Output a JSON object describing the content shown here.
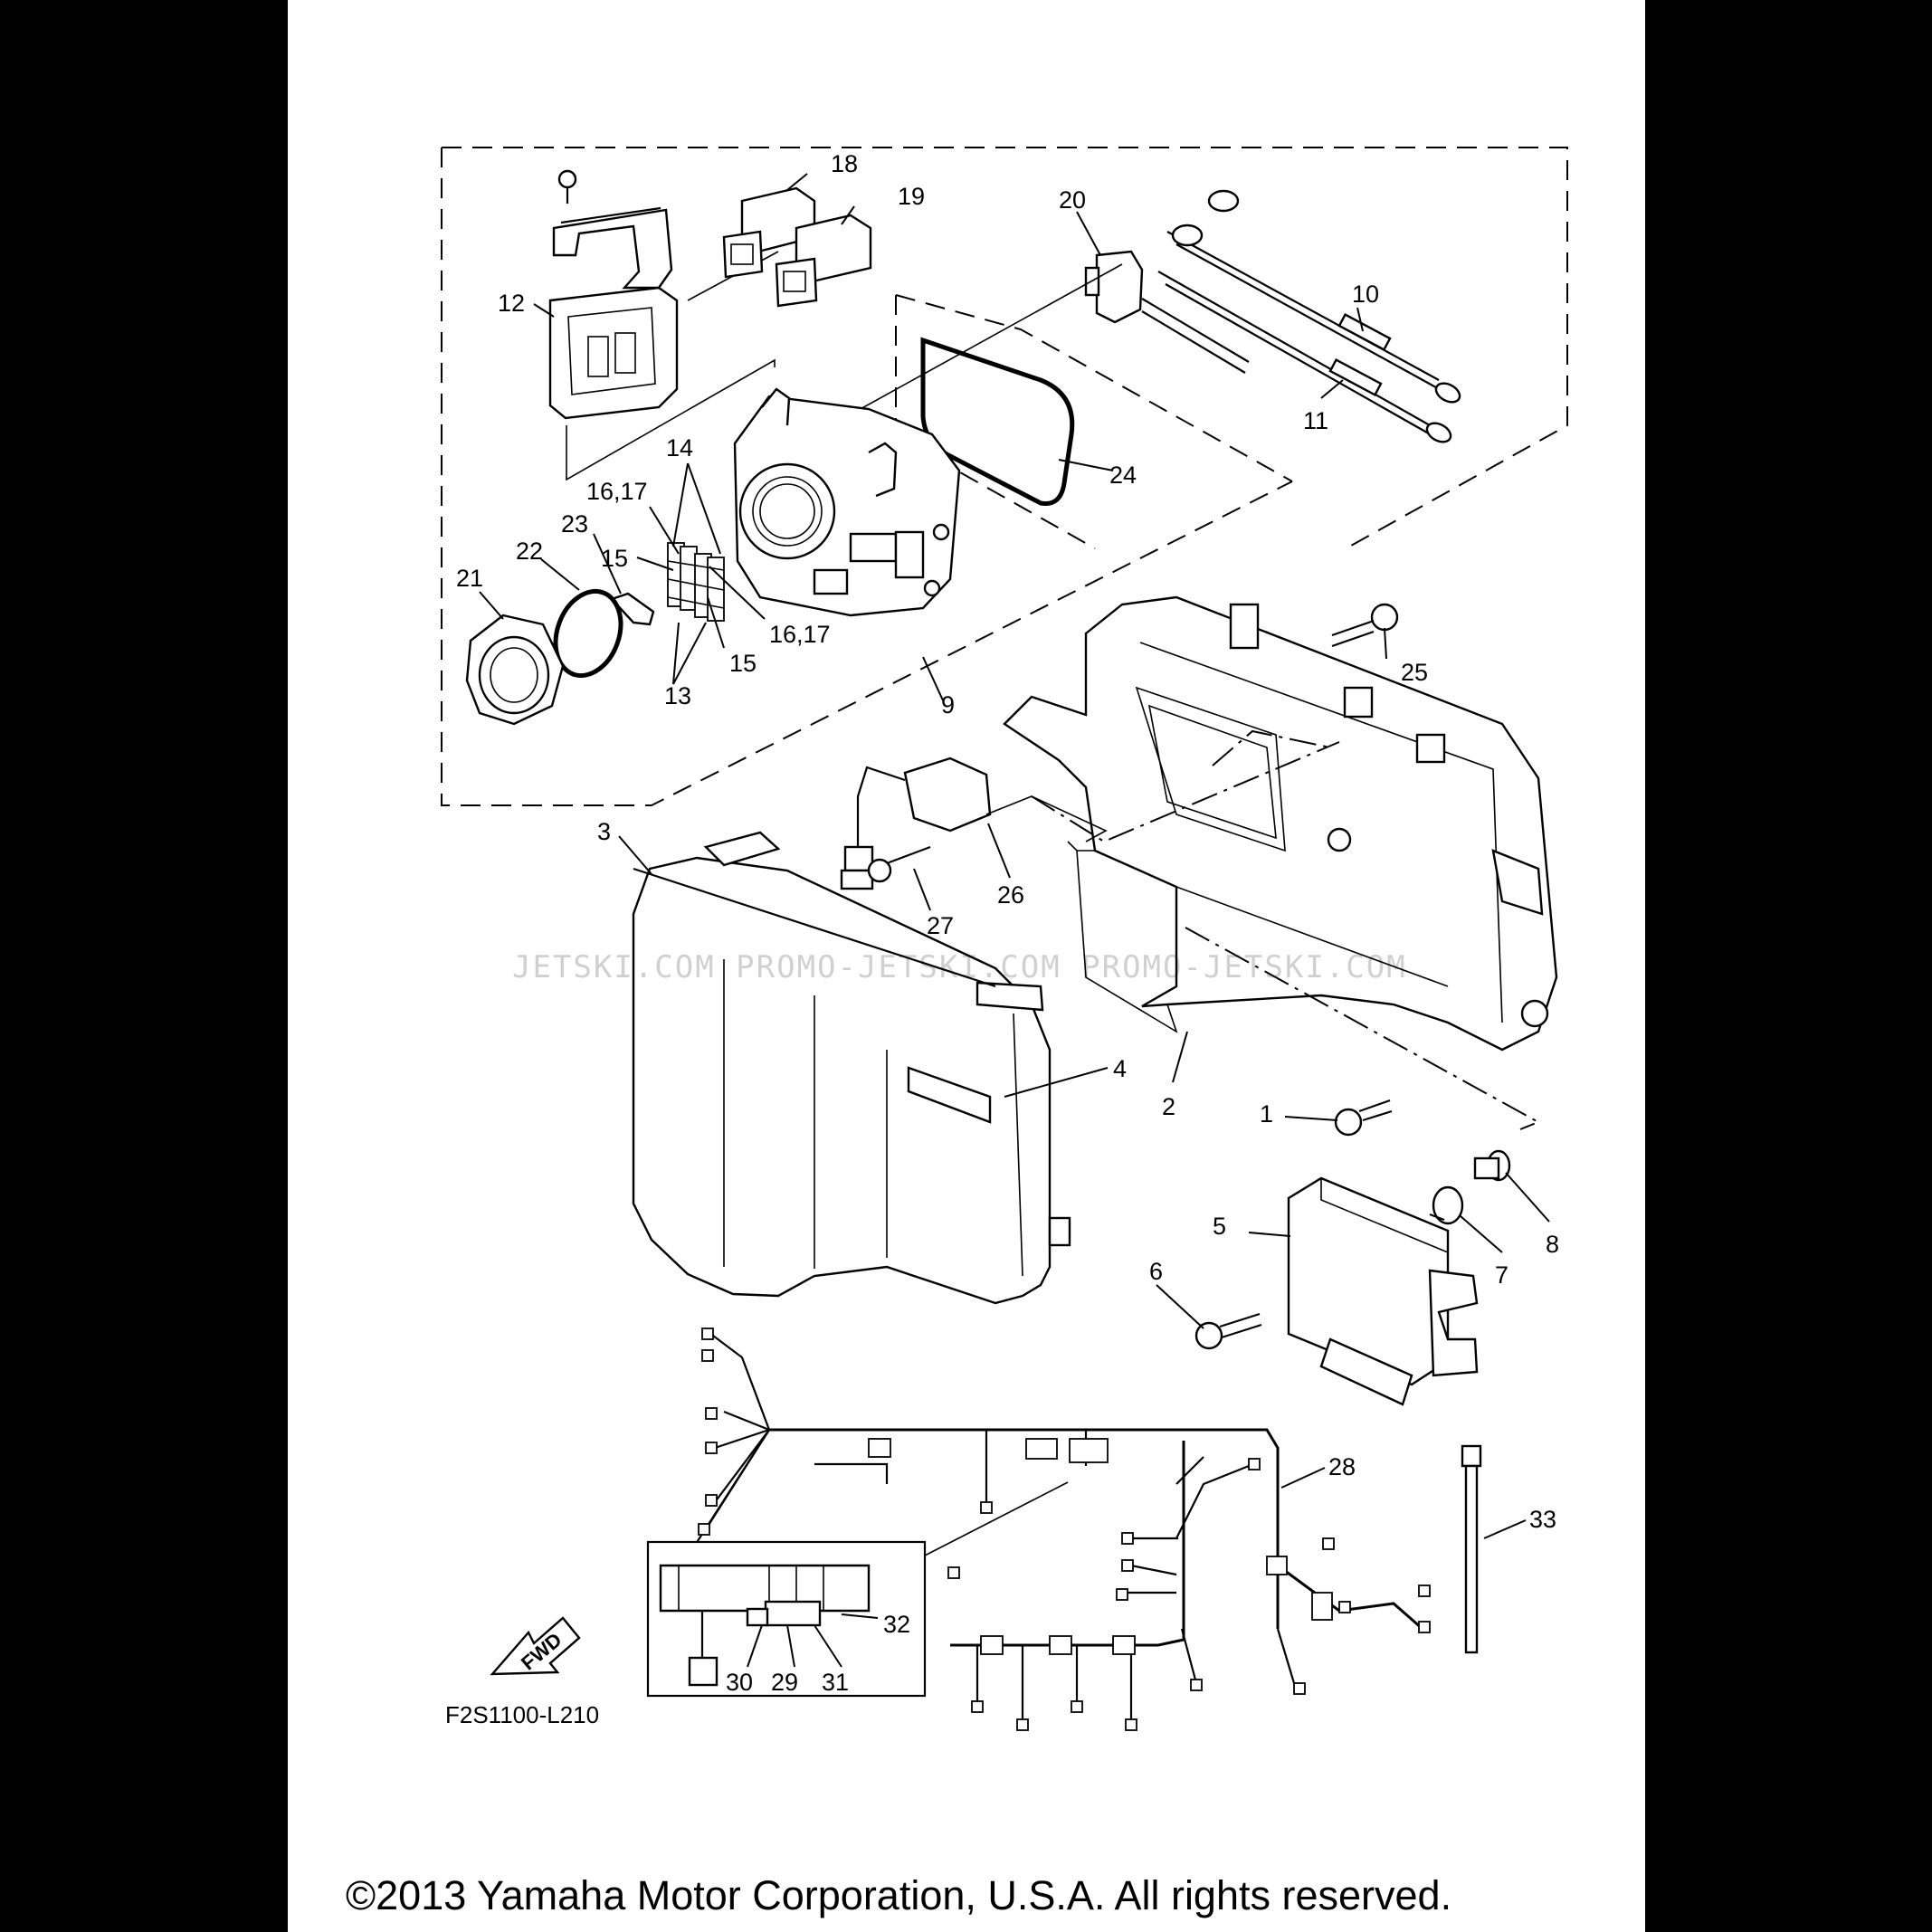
{
  "diagram": {
    "callouts": [
      {
        "id": "1",
        "text": "1"
      },
      {
        "id": "2",
        "text": "2"
      },
      {
        "id": "3",
        "text": "3"
      },
      {
        "id": "4",
        "text": "4"
      },
      {
        "id": "5",
        "text": "5"
      },
      {
        "id": "6",
        "text": "6"
      },
      {
        "id": "7",
        "text": "7"
      },
      {
        "id": "8",
        "text": "8"
      },
      {
        "id": "9",
        "text": "9"
      },
      {
        "id": "10",
        "text": "10"
      },
      {
        "id": "11",
        "text": "11"
      },
      {
        "id": "12",
        "text": "12"
      },
      {
        "id": "13",
        "text": "13"
      },
      {
        "id": "14",
        "text": "14"
      },
      {
        "id": "15a",
        "text": "15"
      },
      {
        "id": "15b",
        "text": "15"
      },
      {
        "id": "16a",
        "text": "16,17"
      },
      {
        "id": "16b",
        "text": "16,17"
      },
      {
        "id": "18",
        "text": "18"
      },
      {
        "id": "19",
        "text": "19"
      },
      {
        "id": "20",
        "text": "20"
      },
      {
        "id": "21",
        "text": "21"
      },
      {
        "id": "22",
        "text": "22"
      },
      {
        "id": "23",
        "text": "23"
      },
      {
        "id": "24",
        "text": "24"
      },
      {
        "id": "25",
        "text": "25"
      },
      {
        "id": "26",
        "text": "26"
      },
      {
        "id": "27",
        "text": "27"
      },
      {
        "id": "28",
        "text": "28"
      },
      {
        "id": "29",
        "text": "29"
      },
      {
        "id": "30",
        "text": "30"
      },
      {
        "id": "31",
        "text": "31"
      },
      {
        "id": "32",
        "text": "32"
      },
      {
        "id": "33",
        "text": "33"
      }
    ],
    "fwd_label": "FWD",
    "figure_code": "F2S1100-L210",
    "watermark": "JETSKI.COM   PROMO-JETSKI.COM   PROMO-JETSKI.COM",
    "copyright": "©2013 Yamaha Motor Corporation, U.S.A. All rights reserved."
  }
}
